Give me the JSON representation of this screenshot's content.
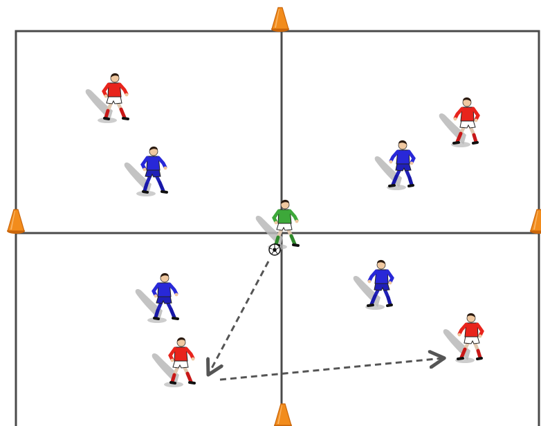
{
  "colors": {
    "background": "#ffffff",
    "field_lines": "#4a4a4a",
    "cone": "#f28c1c",
    "cone_dark": "#c9650a",
    "team_red": "#e8241c",
    "team_blue": "#2828d8",
    "neutral_green": "#3da83a",
    "shorts_red_team": "#ffffff",
    "shorts_blue_team": "#2020b8",
    "socks_red_team": "#c81818",
    "socks_blue_team": "#1818a8",
    "shadow": "#b8b8b8",
    "skin": "#f0c8a0",
    "hair": "#2a1a10",
    "pass_arrow": "#555555"
  },
  "field": {
    "grid": "2x2",
    "zones": 4
  },
  "cones": [
    {
      "name": "cone-top-center"
    },
    {
      "name": "cone-left-middle"
    },
    {
      "name": "cone-right-middle"
    },
    {
      "name": "cone-bottom-center"
    }
  ],
  "players": [
    {
      "name": "player-red-top-left",
      "team": "red",
      "zone": "top-left",
      "facing": "right"
    },
    {
      "name": "player-blue-top-left",
      "team": "blue",
      "zone": "top-left",
      "facing": "right"
    },
    {
      "name": "player-red-top-right",
      "team": "red",
      "zone": "top-right",
      "facing": "left"
    },
    {
      "name": "player-blue-top-right",
      "team": "blue",
      "zone": "top-right",
      "facing": "left"
    },
    {
      "name": "player-green-neutral-center",
      "team": "neutral",
      "zone": "center",
      "facing": "right",
      "has_ball": true
    },
    {
      "name": "player-blue-bottom-left",
      "team": "blue",
      "zone": "bottom-left",
      "facing": "right"
    },
    {
      "name": "player-red-bottom-left",
      "team": "red",
      "zone": "bottom-left",
      "facing": "right"
    },
    {
      "name": "player-blue-bottom-right",
      "team": "blue",
      "zone": "bottom-right",
      "facing": "left"
    },
    {
      "name": "player-red-bottom-right",
      "team": "red",
      "zone": "bottom-right",
      "facing": "left"
    }
  ],
  "ball": {
    "name": "soccer-ball",
    "held_by": "player-green-neutral-center"
  },
  "passes": [
    {
      "name": "pass-arrow-1",
      "from": "player-green-neutral-center",
      "to": "player-red-bottom-left",
      "style": "dashed"
    },
    {
      "name": "pass-arrow-2",
      "from": "player-red-bottom-left",
      "to": "player-red-bottom-right",
      "style": "dashed"
    }
  ]
}
